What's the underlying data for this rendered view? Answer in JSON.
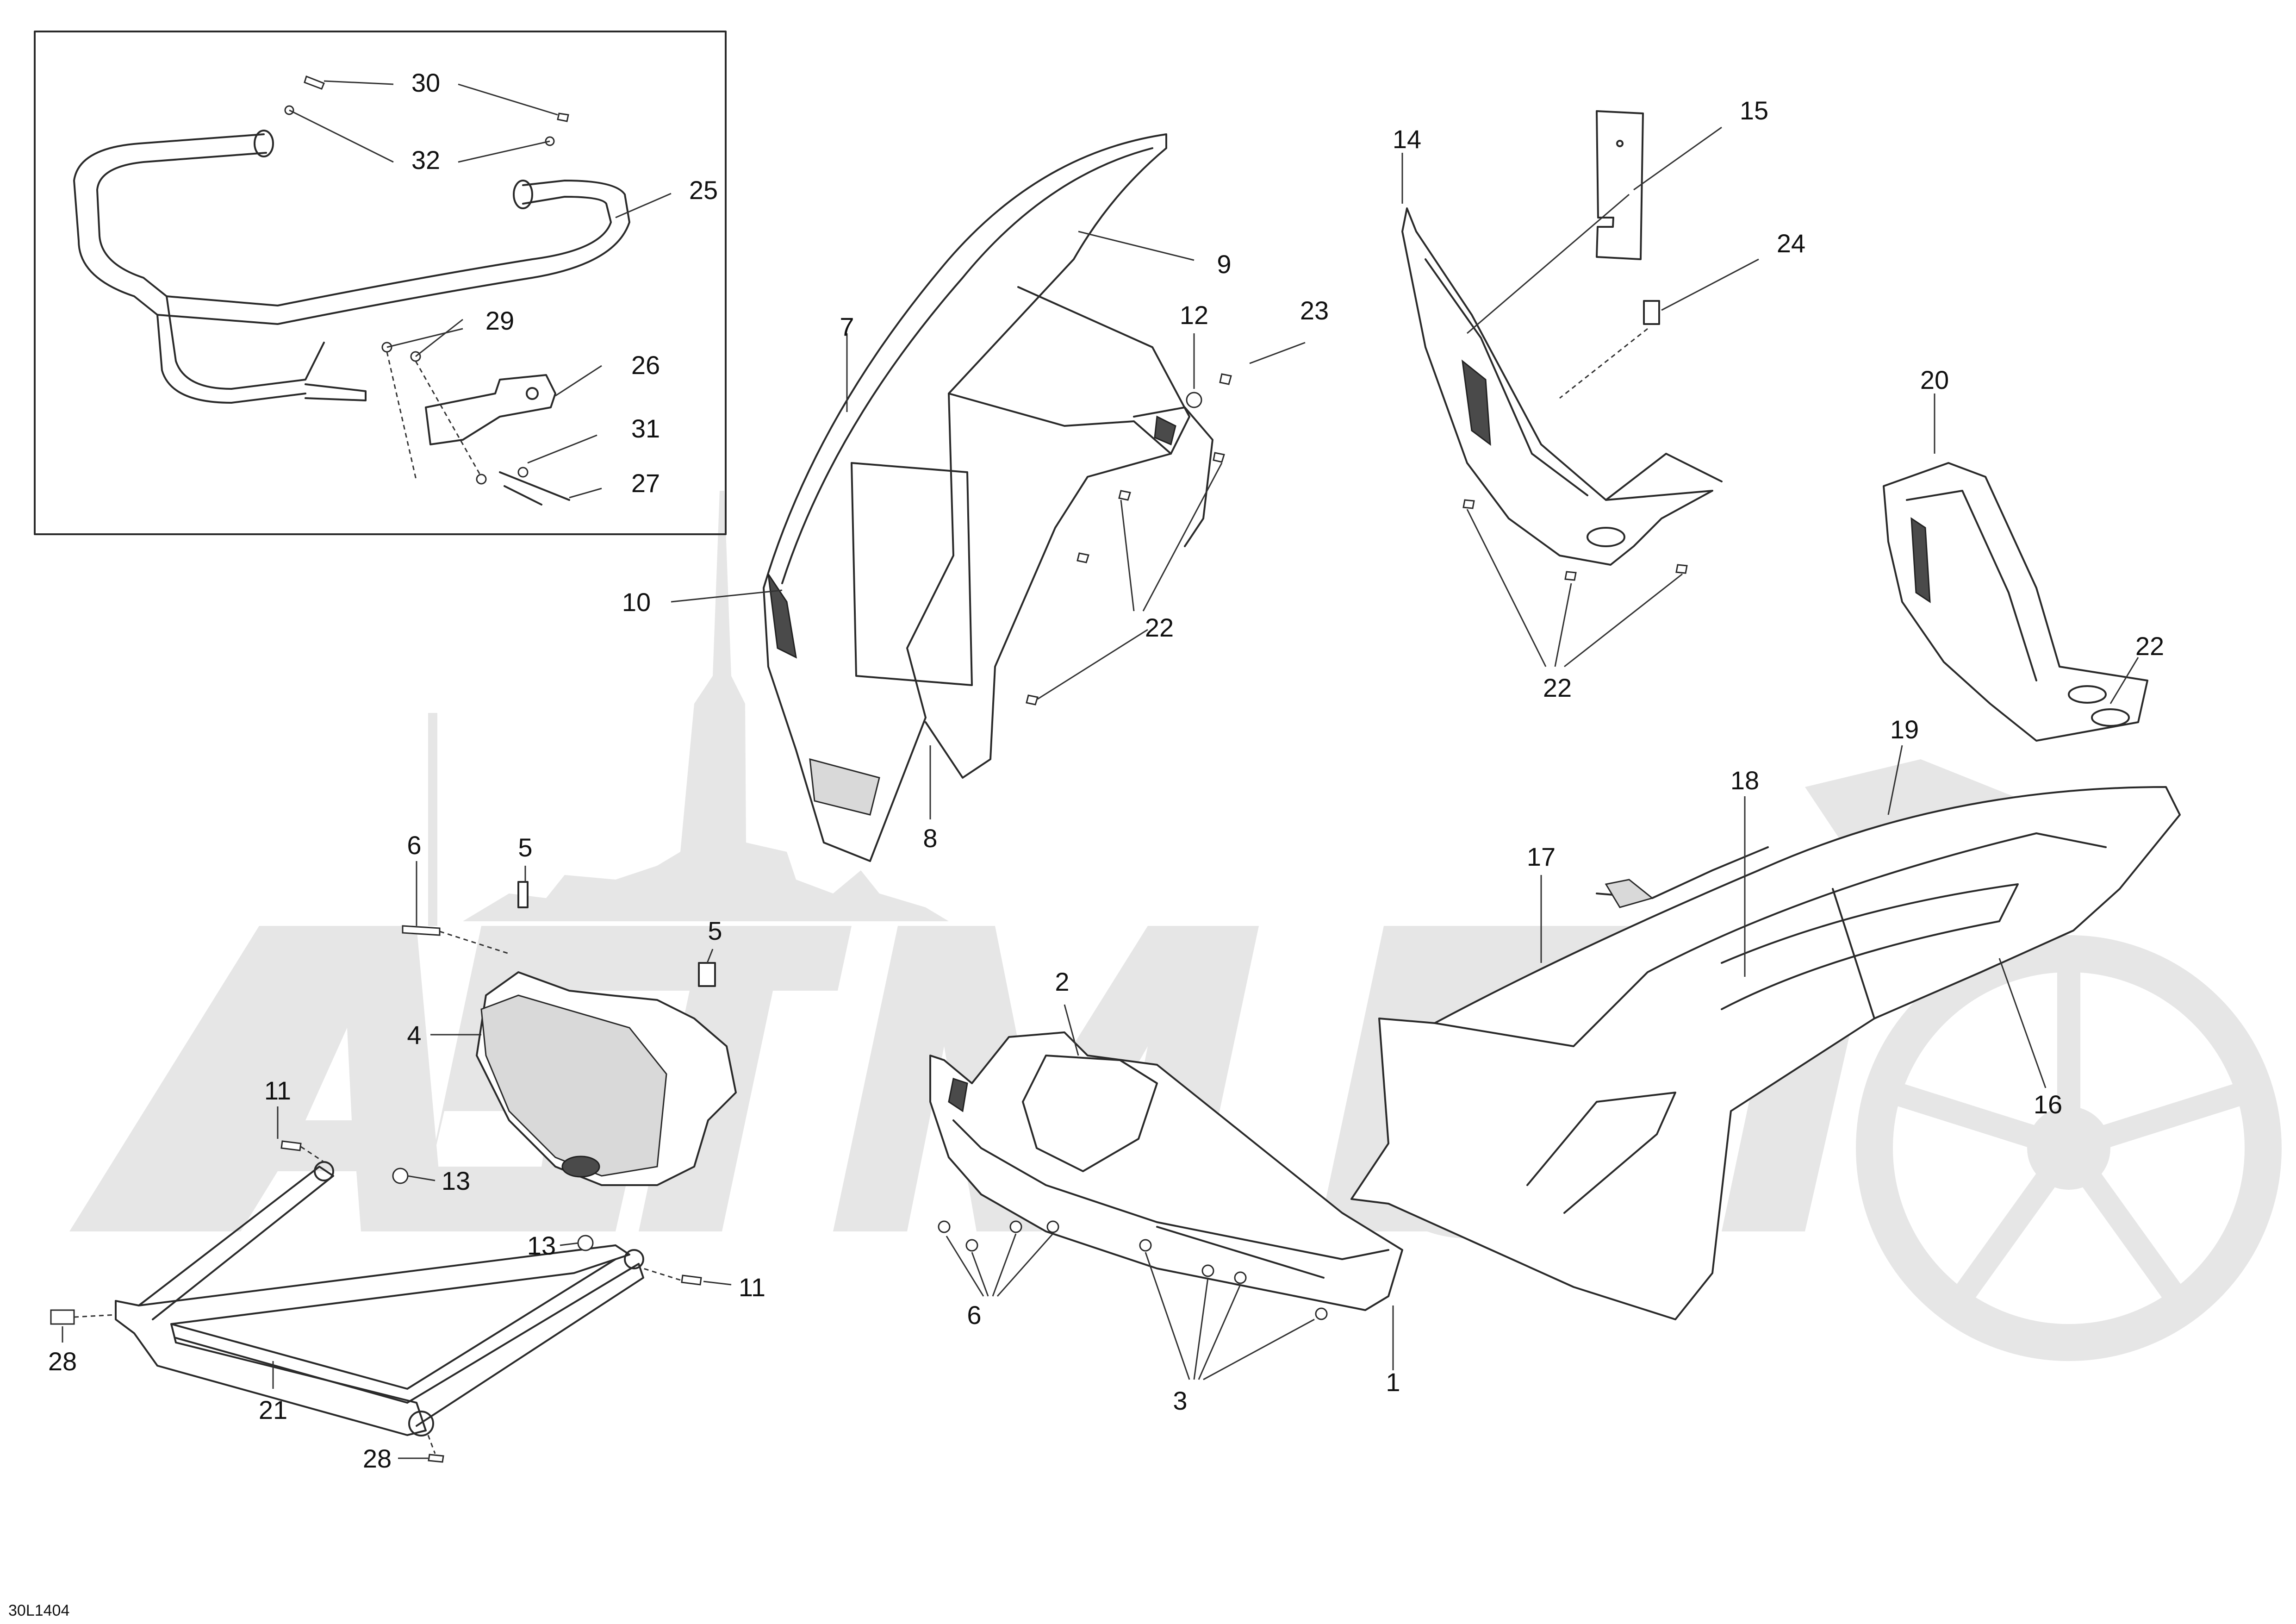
{
  "drawing": {
    "code": "30L1404",
    "callouts": [
      {
        "label": "30"
      },
      {
        "label": "32"
      },
      {
        "label": "25"
      },
      {
        "label": "29"
      },
      {
        "label": "26"
      },
      {
        "label": "31"
      },
      {
        "label": "27"
      },
      {
        "label": "7"
      },
      {
        "label": "9"
      },
      {
        "label": "12"
      },
      {
        "label": "23"
      },
      {
        "label": "10"
      },
      {
        "label": "22"
      },
      {
        "label": "8"
      },
      {
        "label": "14"
      },
      {
        "label": "15"
      },
      {
        "label": "24"
      },
      {
        "label": "22"
      },
      {
        "label": "20"
      },
      {
        "label": "22"
      },
      {
        "label": "6"
      },
      {
        "label": "5"
      },
      {
        "label": "5"
      },
      {
        "label": "4"
      },
      {
        "label": "2"
      },
      {
        "label": "17"
      },
      {
        "label": "18"
      },
      {
        "label": "19"
      },
      {
        "label": "16"
      },
      {
        "label": "11"
      },
      {
        "label": "13"
      },
      {
        "label": "13"
      },
      {
        "label": "11"
      },
      {
        "label": "28"
      },
      {
        "label": "21"
      },
      {
        "label": "28"
      },
      {
        "label": "6"
      },
      {
        "label": "3"
      },
      {
        "label": "1"
      }
    ]
  },
  "colors": {
    "line": "#2a2a2a",
    "watermark": "#e6e6e6",
    "background": "#ffffff"
  }
}
